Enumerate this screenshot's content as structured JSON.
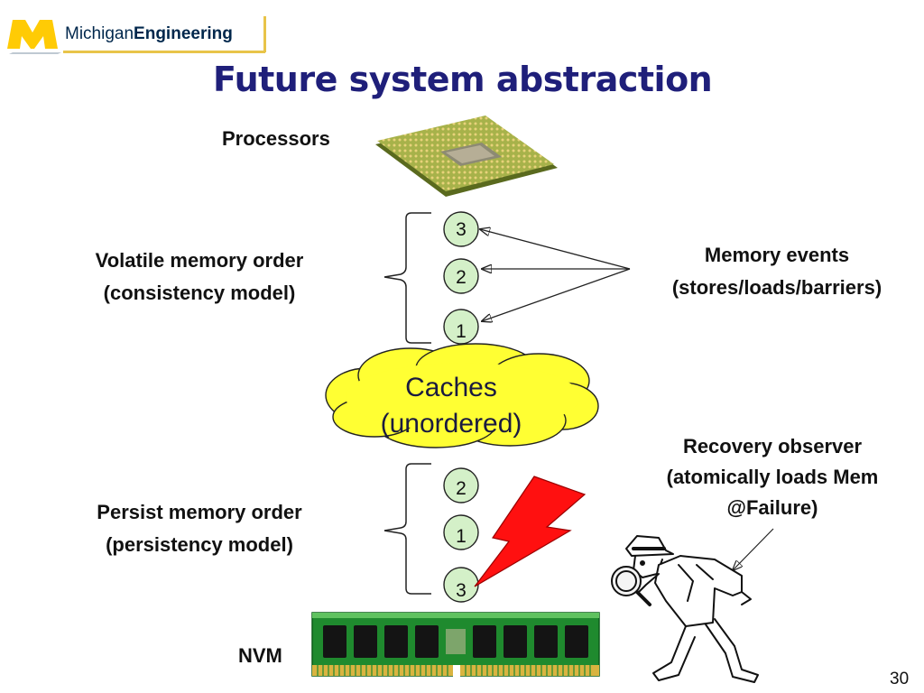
{
  "logo": {
    "mark": "M",
    "name_part1": "Michigan",
    "name_part2": "Engineering"
  },
  "title": "Future system abstraction",
  "labels": {
    "processors": "Processors",
    "volatile_line1": "Volatile memory order",
    "volatile_line2": "(consistency model)",
    "memory_events_line1": "Memory events",
    "memory_events_line2": "(stores/loads/barriers)",
    "caches_line1": "Caches",
    "caches_line2": "(unordered)",
    "recovery_line1": "Recovery observer",
    "recovery_line2": "(atomically loads Mem",
    "recovery_line3": "@Failure)",
    "persist_line1": "Persist memory order",
    "persist_line2": "(persistency model)",
    "nvm": "NVM"
  },
  "volatile_order": [
    "3",
    "2",
    "1"
  ],
  "persist_order": [
    "2",
    "1",
    "3"
  ],
  "page_number": "30",
  "colors": {
    "title": "#1f1f7a",
    "brand_navy": "#00274c",
    "brand_maize": "#ffcb05",
    "cloud": "#ffff33",
    "bolt": "#ff0000",
    "chip_pcb": "#8a9a3c",
    "ram_pcb": "#1f8a2e"
  }
}
